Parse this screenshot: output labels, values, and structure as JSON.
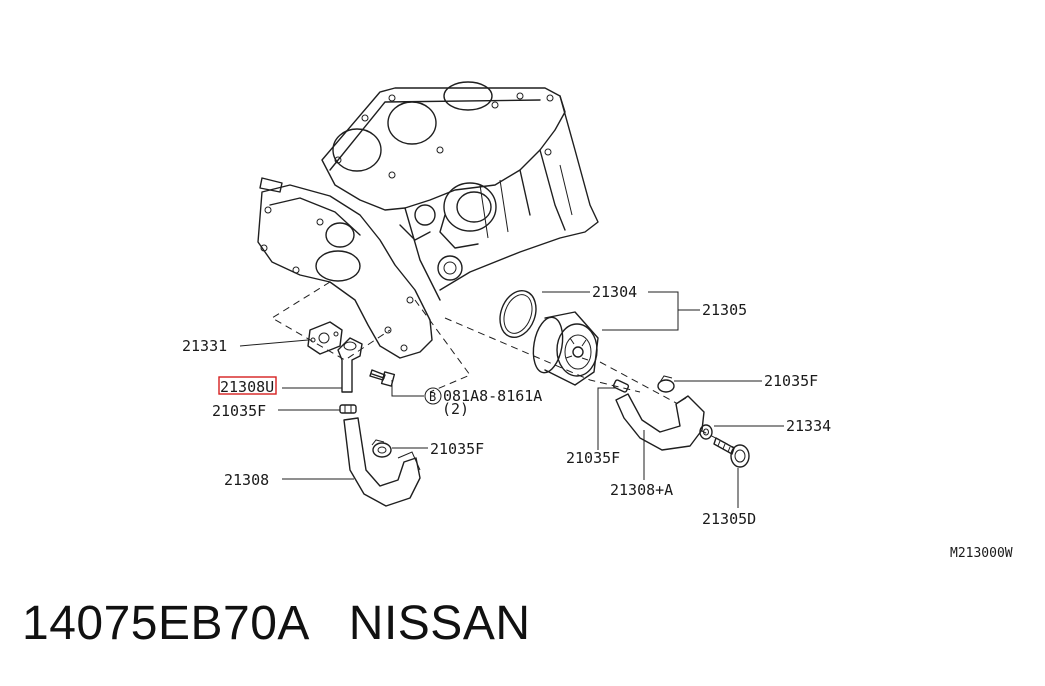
{
  "labels": {
    "l21331": "21331",
    "l21308u": "21308U",
    "l21035f_a": "21035F",
    "l21308": "21308",
    "l21035f_b": "21035F",
    "l081a8": "081A8-8161A",
    "l081a8_qty": "(2)",
    "l081a8_prefix": "B",
    "l21304": "21304",
    "l21305": "21305",
    "l21035f_c": "21035F",
    "l21334": "21334",
    "l21035f_d": "21035F",
    "l21308a": "21308+A",
    "l21305d": "21305D",
    "ref_code": "M213000W"
  },
  "highlight_color": "#d62020",
  "footer": {
    "part_number": "14075EB70A",
    "brand": "NISSAN"
  }
}
